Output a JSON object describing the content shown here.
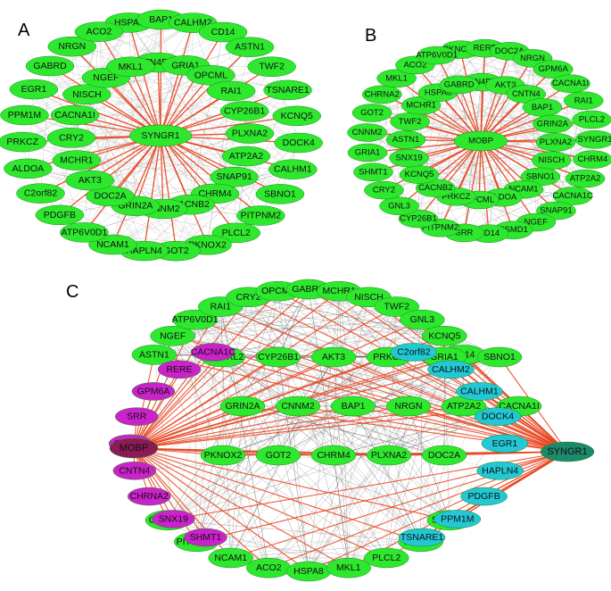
{
  "panels": {
    "A": {
      "label": "A",
      "hub": "SYNGR1",
      "node_color": "#2ee82e",
      "nodes": [
        "HSPA8",
        "BAP1",
        "CALHM2",
        "CD14",
        "ASTN1",
        "TWF2",
        "TSNARE1",
        "KCNQ5",
        "DOCK4",
        "CALHM1",
        "SBNO1",
        "PITPNM2",
        "PLCL2",
        "PKNOX2",
        "GOT2",
        "HAPLN4",
        "NCAM1",
        "ATP6V0D1",
        "PDGFB",
        "C2orf82",
        "ALDOA",
        "PRKCZ",
        "PPM1M",
        "EGR1",
        "GABRD",
        "NRGN",
        "ACO2",
        "RTN4RL2",
        "GRIA1",
        "OPCML",
        "RAI1",
        "CYP26B1",
        "PLXNA2",
        "ATP2A2",
        "SNAP91",
        "CHRM4",
        "CACNB2",
        "CNNM2",
        "GRIN2A",
        "DOC2A",
        "AKT3",
        "MCHR1",
        "CRY2",
        "CACNA1I",
        "NISCH",
        "NGEF",
        "MKL1"
      ]
    },
    "B": {
      "label": "B",
      "hub": "MOBP",
      "node_color": "#2ee82e",
      "nodes": [
        "PKNOX2",
        "RERE",
        "DOC2A",
        "NRGN",
        "GPM6A",
        "CACNA1I",
        "RAI1",
        "PLCL2",
        "SYNGR1",
        "CHRM4",
        "ATP2A2",
        "CACNA1C",
        "SNAP91",
        "NGEF",
        "CSMD1",
        "CD14",
        "SRR",
        "PITPNM2",
        "CYP26B1",
        "GNL3",
        "CRY2",
        "SHMT1",
        "GRIA1",
        "CNNM2",
        "GOT2",
        "CHRNA2",
        "MKL1",
        "ACO2",
        "ATP6V0D1",
        "RTN4RL2",
        "AKT3",
        "CNTN4",
        "BAP1",
        "GRIN2A",
        "PLXNA2",
        "NISCH",
        "SBNO1",
        "NCAM1",
        "ALDOA",
        "OPCML",
        "PRKCZ",
        "CACNB2",
        "KCNQ5",
        "SNX19",
        "ASTN1",
        "TWF2",
        "MCHR1",
        "HSPA8",
        "GABRD"
      ]
    },
    "C": {
      "label": "C",
      "hub_left": "MOBP",
      "hub_right": "SYNGR1",
      "left_group": [
        "CACNA1C",
        "RERE",
        "GPM6A",
        "SRR",
        "CSMD1",
        "CNTN4",
        "CHRNA2",
        "SNX19",
        "SHMT1"
      ],
      "right_group": [
        "C2orf82",
        "CALHM2",
        "CALHM1",
        "DOCK4",
        "EGR1",
        "HAPLN4",
        "PDGFB",
        "PPM1M",
        "TSNARE1"
      ],
      "shared": [
        "ASTN1",
        "NGEF",
        "ATP6V0D1",
        "RAI1",
        "CRY2",
        "OPCML",
        "GABRD",
        "MCHR1",
        "NISCH",
        "TWF2",
        "GNL3",
        "KCNQ5",
        "CD14",
        "CACNB2",
        "PITPNM2",
        "NCAM1",
        "ACO2",
        "HSPA8",
        "MKL1",
        "PLCL2",
        "ALDOA",
        "SNAP91",
        "RTN4RL2",
        "CYP26B1",
        "AKT3",
        "PRKCZ",
        "GRIA1",
        "SBNO1",
        "GRIN2A",
        "CNNM2",
        "BAP1",
        "NRGN",
        "ATP2A2",
        "CACNA1I",
        "PKNOX2",
        "GOT2",
        "CHRM4",
        "PLXNA2",
        "DOC2A"
      ],
      "colors": {
        "shared": "#2ee82e",
        "left_group": "#cc22cc",
        "left_hub": "#8b1a56",
        "right_group": "#22c8d4",
        "right_hub": "#1a8a6a"
      }
    }
  },
  "edge_colors": {
    "hub": "#e8401a",
    "background": "#aaaaaa",
    "dense": "#555555"
  }
}
